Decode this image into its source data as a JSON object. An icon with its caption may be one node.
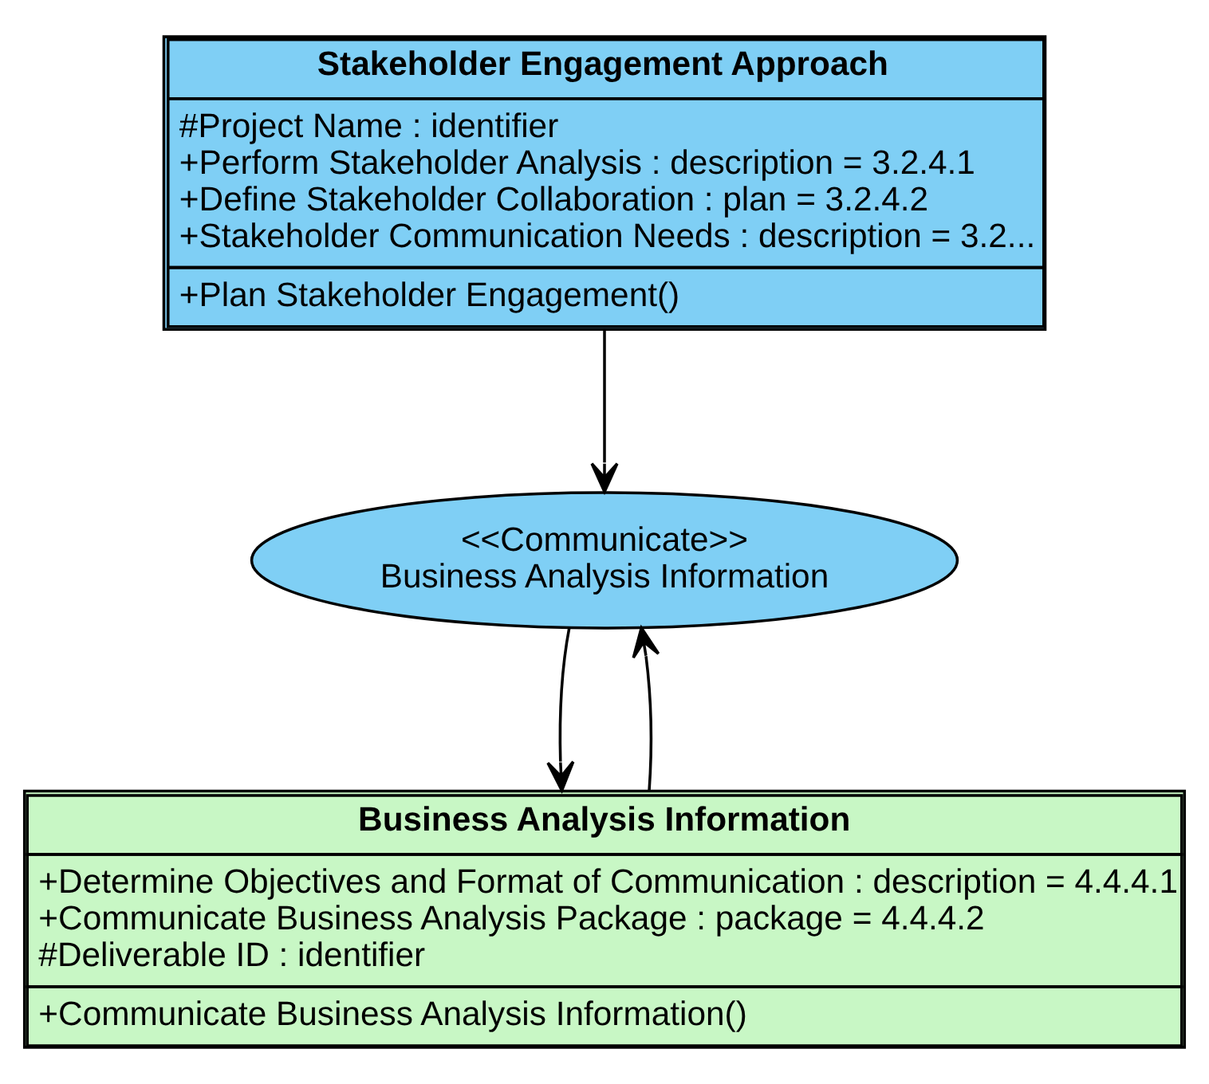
{
  "diagram": {
    "nodes": [
      {
        "text": [
          "Stakeholder Engagement Approach",
          "#Project Name : identifier",
          "+Perform Stakeholder Analysis : description = 3.2.4.1",
          "+Define Stakeholder Collaboration : plan = 3.2.4.2",
          "+Stakeholder Communication Needs : description = 3.2...",
          "+Plan Stakeholder Engagement()"
        ]
      },
      {
        "text": [
          "<<Communicate>>",
          "Business Analysis Information"
        ]
      },
      {
        "text": [
          "Business Analysis Information",
          "+Determine Objectives and Format of Communication : description = 4.4.4.1",
          "+Communicate Business Analysis Package : package = 4.4.4.2",
          "#Deliverable ID : identifier",
          "+Communicate Business Analysis Information()"
        ]
      }
    ],
    "edges": [
      {
        "from": 0,
        "to": 1,
        "arrow": "to"
      },
      {
        "from": 2,
        "to": 1,
        "arrow": "to"
      },
      {
        "from": 1,
        "to": 2,
        "arrow": "to"
      }
    ]
  }
}
